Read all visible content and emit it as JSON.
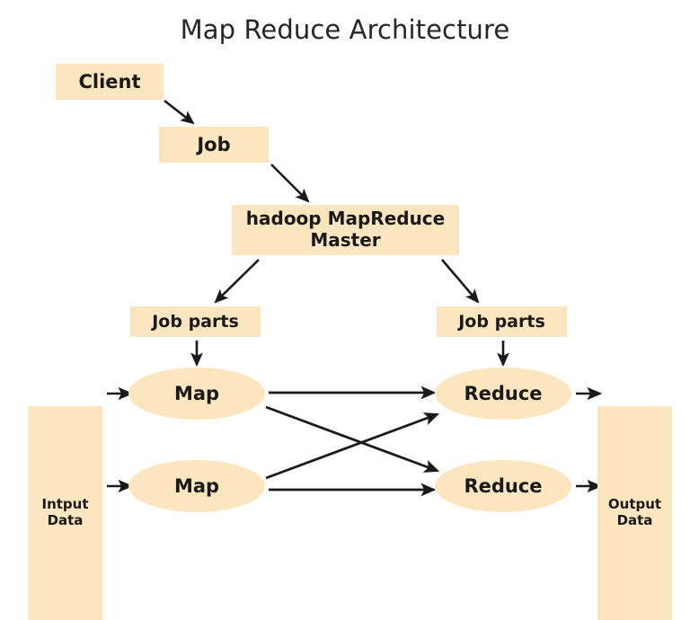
{
  "diagram": {
    "title": "Map Reduce Architecture",
    "background_color": "#ffffff",
    "node_fill_color": "#fce6c0",
    "text_color": "#1a1a1a",
    "edge_color": "#1a1a1a",
    "nodes": {
      "client": {
        "label": "Client",
        "shape": "rectangle"
      },
      "job": {
        "label": "Job",
        "shape": "rectangle"
      },
      "master": {
        "label": "hadoop MapReduce Master",
        "line1": "hadoop MapReduce",
        "line2": "Master",
        "shape": "rectangle"
      },
      "job_parts_left": {
        "label": "Job parts",
        "shape": "rectangle"
      },
      "job_parts_right": {
        "label": "Job parts",
        "shape": "rectangle"
      },
      "input_data": {
        "label": "Intput Data",
        "line1": "Intput",
        "line2": "Data",
        "shape": "rectangle"
      },
      "output_data": {
        "label": "Output Data",
        "line1": "Output",
        "line2": "Data",
        "shape": "rectangle"
      },
      "map_1": {
        "label": "Map",
        "shape": "ellipse"
      },
      "map_2": {
        "label": "Map",
        "shape": "ellipse"
      },
      "reduce_1": {
        "label": "Reduce",
        "shape": "ellipse"
      },
      "reduce_2": {
        "label": "Reduce",
        "shape": "ellipse"
      }
    },
    "edges": [
      {
        "from": "client",
        "to": "job",
        "style": "arrow"
      },
      {
        "from": "job",
        "to": "master",
        "style": "arrow"
      },
      {
        "from": "master",
        "to": "job_parts_left",
        "style": "arrow"
      },
      {
        "from": "master",
        "to": "job_parts_right",
        "style": "arrow"
      },
      {
        "from": "job_parts_left",
        "to": "map_1",
        "style": "arrow"
      },
      {
        "from": "job_parts_right",
        "to": "reduce_1",
        "style": "arrow"
      },
      {
        "from": "input_data",
        "to": "map_1",
        "style": "arrow"
      },
      {
        "from": "input_data",
        "to": "map_2",
        "style": "arrow"
      },
      {
        "from": "map_1",
        "to": "reduce_1",
        "style": "arrow"
      },
      {
        "from": "map_1",
        "to": "reduce_2",
        "style": "arrow"
      },
      {
        "from": "map_2",
        "to": "reduce_1",
        "style": "arrow"
      },
      {
        "from": "map_2",
        "to": "reduce_2",
        "style": "arrow"
      },
      {
        "from": "reduce_1",
        "to": "output_data",
        "style": "arrow"
      },
      {
        "from": "reduce_2",
        "to": "output_data",
        "style": "arrow"
      }
    ]
  }
}
